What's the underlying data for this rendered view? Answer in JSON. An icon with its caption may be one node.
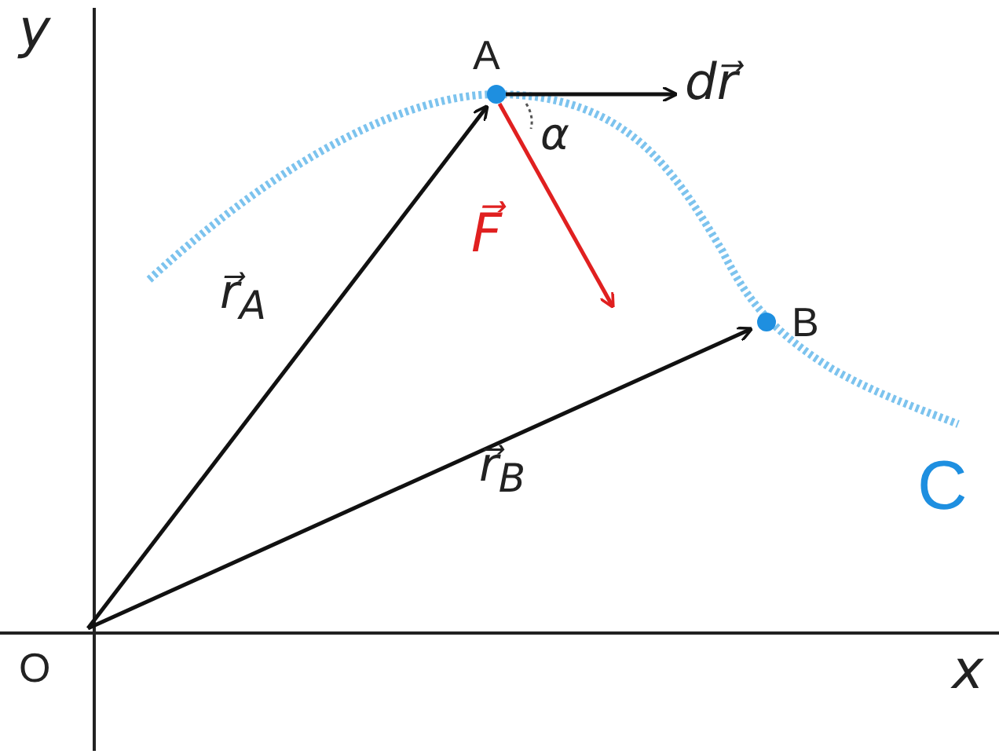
{
  "diagram": {
    "nodes": [
      {
        "text": [
          "O"
        ]
      },
      {
        "text": [
          "A"
        ]
      },
      {
        "text": [
          "B"
        ]
      }
    ],
    "edges": [
      {
        "from": 0,
        "to": 1,
        "arrow": "to",
        "label": "r⃗$_{A}$"
      },
      {
        "from": 0,
        "to": 2,
        "arrow": "to",
        "label": "r⃗$_{B}$"
      }
    ],
    "labels": [
      "y",
      "x",
      "dr⃗",
      "α",
      "F⃗",
      "C"
    ]
  }
}
